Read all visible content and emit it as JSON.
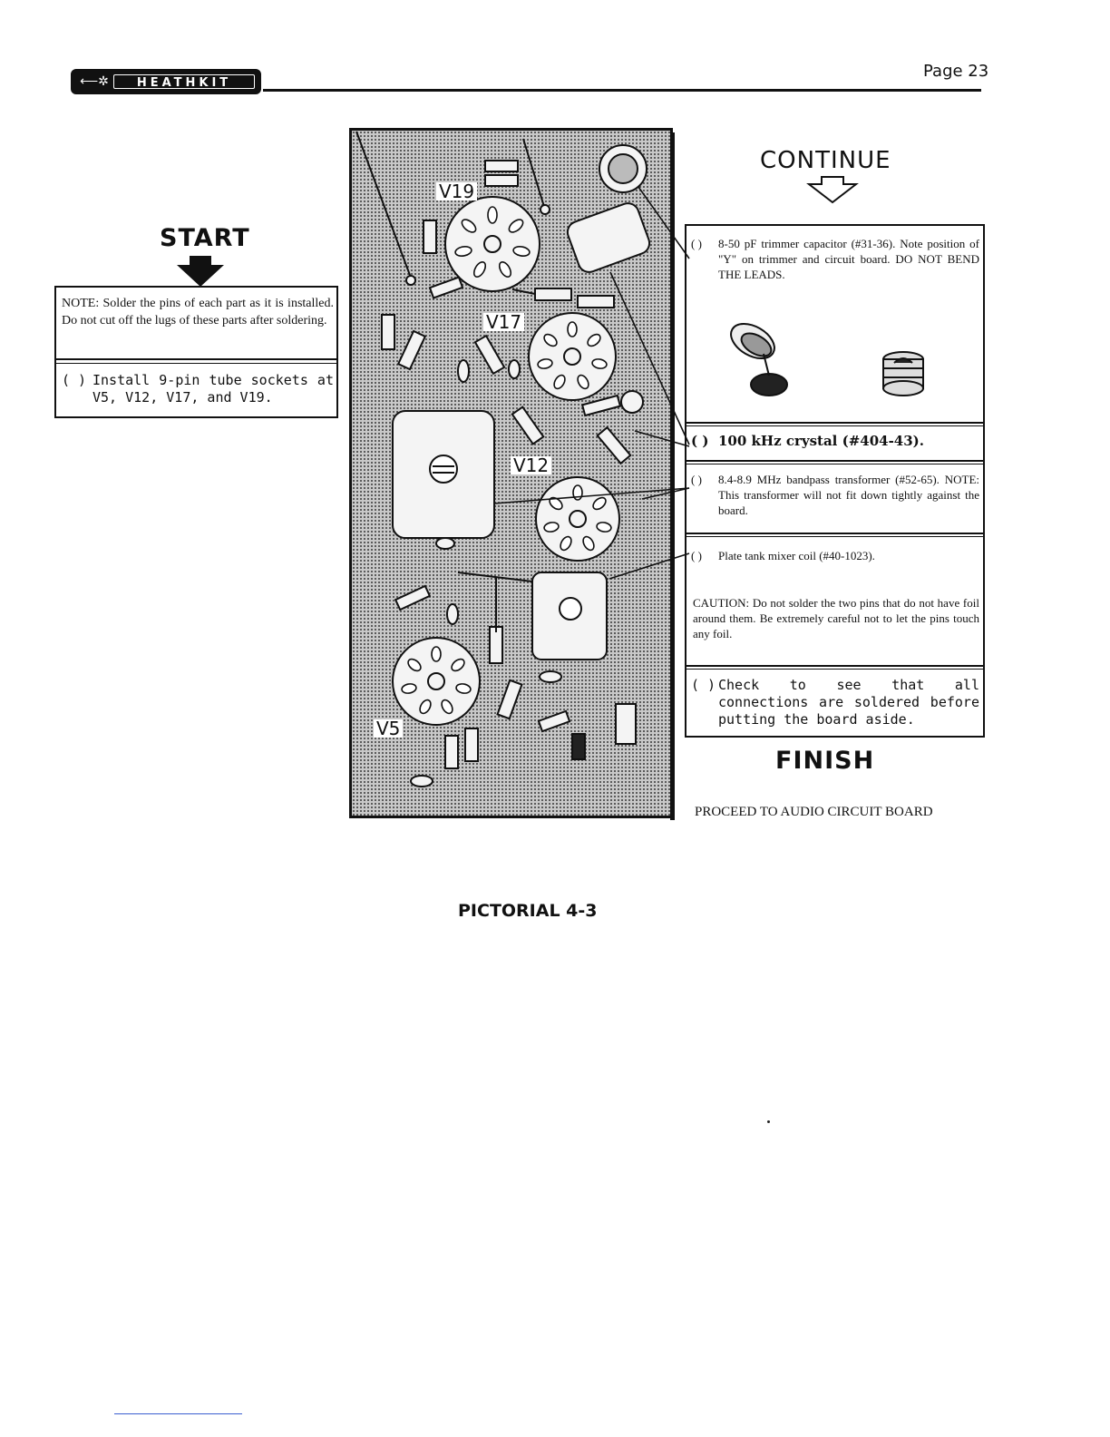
{
  "header": {
    "brand": "HEATHKIT",
    "page_number": "Page 23"
  },
  "start": {
    "label": "START",
    "note": "NOTE: Solder the pins of each part as it is installed. Do not cut off the lugs of these parts after soldering.",
    "step_paren": "( )",
    "step_text": "Install 9-pin tube sockets at V5, V12, V17, and V19."
  },
  "board": {
    "tube_labels": [
      "V19",
      "V17",
      "V12",
      "V5"
    ]
  },
  "continue": {
    "label": "CONTINUE",
    "steps": [
      {
        "paren": "( )",
        "text": "8-50 pF trimmer capacitor (#31-36). Note position of \"Y\" on trimmer and circuit board. DO NOT BEND THE LEADS."
      },
      {
        "paren": "( )",
        "text": "100 kHz crystal (#404-43)."
      },
      {
        "paren": "( )",
        "text": "8.4-8.9 MHz bandpass transformer (#52-65). NOTE: This transformer will not fit down tightly against the board."
      },
      {
        "paren": "( )",
        "text": "Plate tank mixer coil (#40-1023)."
      },
      {
        "caution": "CAUTION: Do not solder the two pins that do not have foil around them. Be extremely careful not to let the pins touch any foil."
      },
      {
        "paren": "( )",
        "text": "Check to see that all connections are soldered before putting the board aside."
      }
    ]
  },
  "finish": {
    "label": "FINISH",
    "proceed": "PROCEED TO AUDIO CIRCUIT BOARD"
  },
  "caption": "PICTORIAL 4-3"
}
